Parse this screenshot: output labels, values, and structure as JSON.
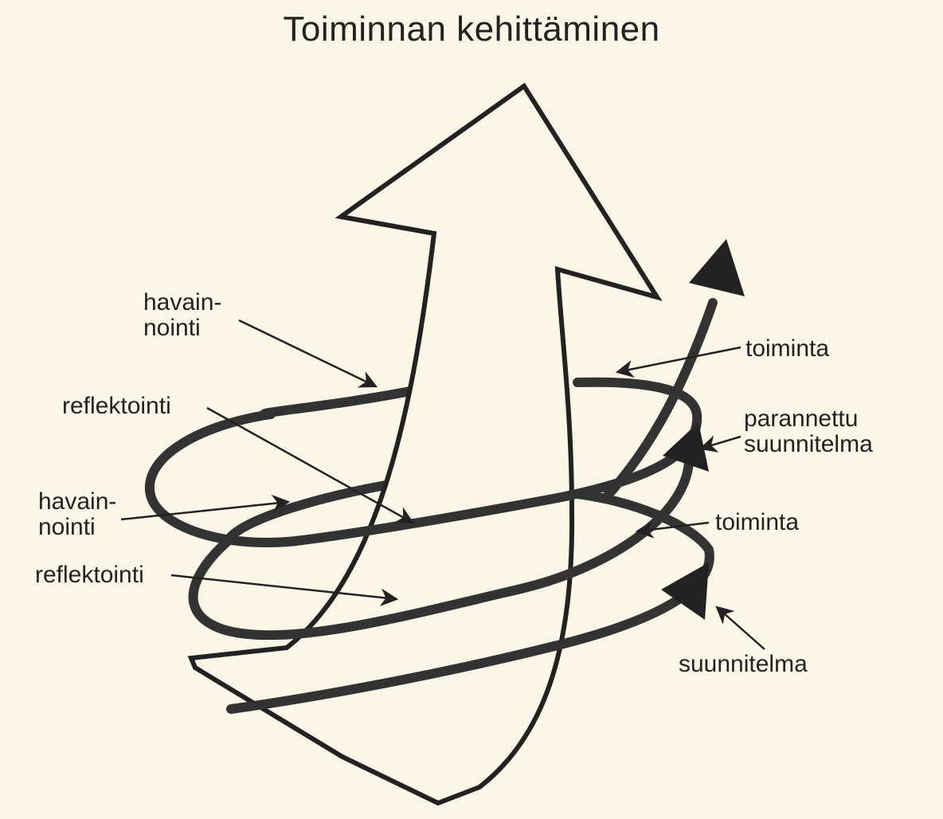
{
  "diagram": {
    "title": "Toiminnan kehittäminen",
    "labels": {
      "havainnointi_top": [
        "havain-",
        "nointi"
      ],
      "reflektointi_top": "reflektointi",
      "havainnointi_bottom": [
        "havain-",
        "nointi"
      ],
      "reflektointi_bottom": "reflektointi",
      "toiminta_top": "toiminta",
      "parannettu_suunnitelma": [
        "parannettu",
        "suunnitelma"
      ],
      "toiminta_bottom": "toiminta",
      "suunnitelma": "suunnitelma"
    }
  },
  "colors": {
    "background": "#fbf6e6",
    "ink": "#222222",
    "spiral": "#333333"
  }
}
